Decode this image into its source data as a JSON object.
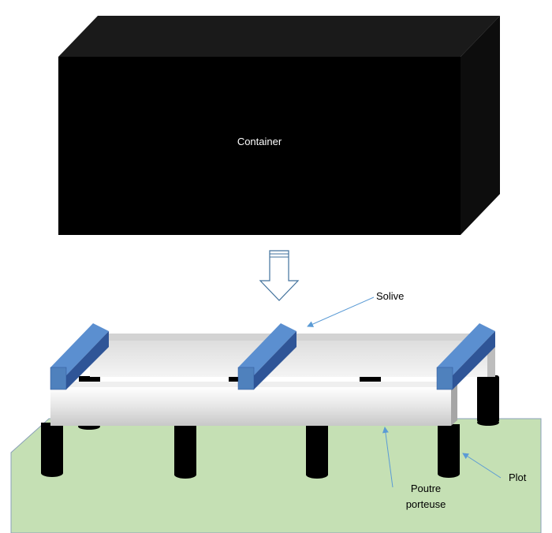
{
  "labels": {
    "container": "Container",
    "solive": "Solive",
    "poutre_line1": "Poutre",
    "poutre_line2": "porteuse",
    "plot": "Plot"
  },
  "colors": {
    "ground_fill": "#c5e0b4",
    "ground_stroke": "#8aa0b8",
    "container": "#000000",
    "joist": "#4f81bd",
    "joist_dark": "#2f5597",
    "beam_light": "#f2f2f2",
    "beam_mid": "#d0d0d0",
    "pillar": "#000000",
    "arrow_callout": "#5b9bd5"
  }
}
